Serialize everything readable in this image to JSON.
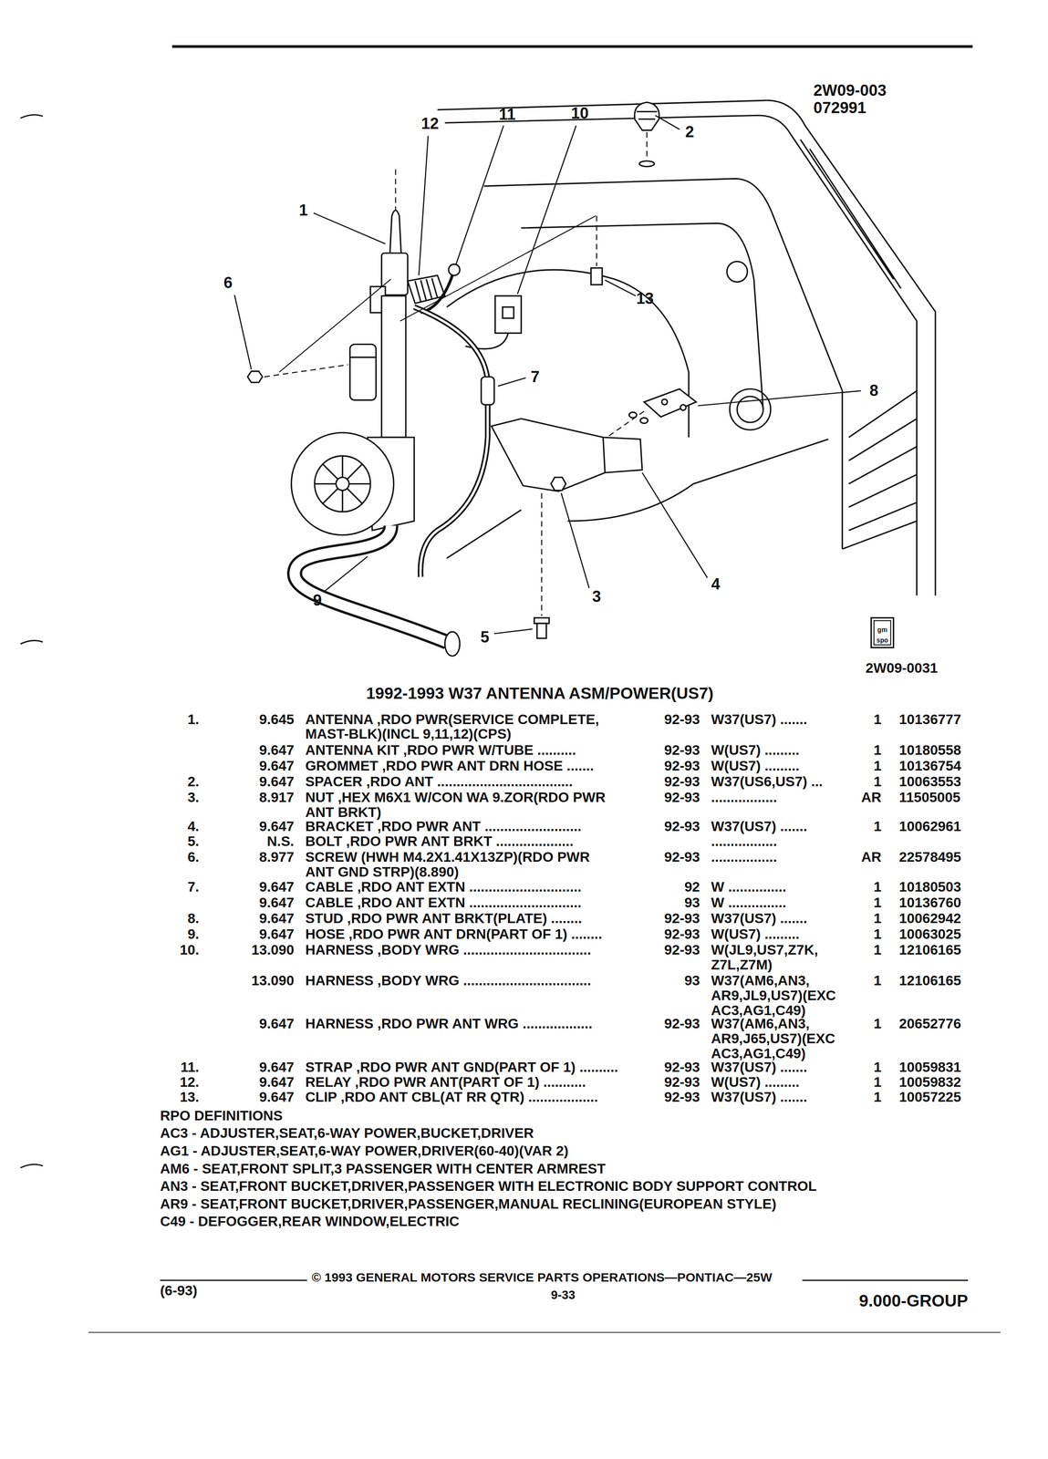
{
  "diagram": {
    "title": "1992-1993 W37 ANTENNA ASM/POWER(US7)",
    "labels": [
      "12",
      "11",
      "10",
      "2",
      "1",
      "6",
      "13",
      "7",
      "8",
      "4",
      "3",
      "9",
      "5",
      "2W09-003",
      "072991",
      "gm",
      "spo",
      "2W09-0031",
      "1.",
      "9.645",
      "ANTENNA ,RDO PWR(SERVICE COMPLETE, MAST-BLK)(INCL 9,11,12)(CPS)",
      "92-93",
      "W37(US7) .......",
      "1",
      "10136777",
      "9.647",
      "ANTENNA KIT ,RDO PWR W/TUBE ..........",
      "92-93",
      "W(US7) .........",
      "1",
      "10180558",
      "9.647",
      "GROMMET ,RDO PWR ANT DRN HOSE .......",
      "92-93",
      "W(US7) .........",
      "1",
      "10136754",
      "2.",
      "9.647",
      "SPACER ,RDO ANT ...................................",
      "92-93",
      "W37(US6,US7) ...",
      "1",
      "10063553",
      "3.",
      "8.917",
      "NUT ,HEX M6X1 W/CON WA 9.ZOR(RDO PWR ANT BRKT)",
      "92-93",
      ".................",
      "AR",
      "11505005",
      "4.",
      "9.647",
      "BRACKET ,RDO PWR ANT .........................",
      "92-93",
      "W37(US7) .......",
      "1",
      "10062961",
      "5.",
      "N.S.",
      "BOLT ,RDO PWR ANT BRKT ....................",
      ".................",
      "6.",
      "8.977",
      "SCREW (HWH M4.2X1.41X13ZP)(RDO PWR ANT GND STRP)(8.890)",
      "92-93",
      ".................",
      "AR",
      "22578495",
      "7.",
      "9.647",
      "CABLE ,RDO ANT EXTN .............................",
      "92",
      "W ...............",
      "1",
      "10180503",
      "9.647",
      "CABLE ,RDO ANT EXTN .............................",
      "93",
      "W ...............",
      "1",
      "10136760",
      "8.",
      "9.647",
      "STUD ,RDO PWR ANT BRKT(PLATE) ........",
      "92-93",
      "W37(US7) .......",
      "1",
      "10062942",
      "9.",
      "9.647",
      "HOSE ,RDO PWR ANT DRN(PART OF 1) ........",
      "92-93",
      "W(US7) .........",
      "1",
      "10063025",
      "10.",
      "13.090",
      "HARNESS ,BODY WRG .................................",
      "92-93",
      "W(JL9,US7,Z7K, Z7L,Z7M)",
      "1",
      "12106165",
      "13.090",
      "HARNESS ,BODY WRG .................................",
      "93",
      "W37(AM6,AN3, AR9,JL9,US7)(EXC AC3,AG1,C49)",
      "1",
      "12106165",
      "9.647",
      "HARNESS ,RDO PWR ANT WRG ..................",
      "92-93",
      "W37(AM6,AN3, AR9,J65,US7)(EXC AC3,AG1,C49)",
      "1",
      "20652776",
      "11.",
      "9.647",
      "STRAP ,RDO PWR ANT GND(PART OF 1) ..........",
      "92-93",
      "W37(US7) .......",
      "1",
      "10059831",
      "12.",
      "9.647",
      "RELAY ,RDO PWR ANT(PART OF 1) ...........",
      "92-93",
      "W(US7) .........",
      "1",
      "10059832",
      "13.",
      "9.647",
      "CLIP ,RDO ANT CBL(AT RR QTR) ..................",
      "92-93",
      "W37(US7) .......",
      "1",
      "10057225",
      "RPO DEFINITIONS",
      "AC3 - ADJUSTER,SEAT,6-WAY POWER,BUCKET,DRIVER",
      "AG1 - ADJUSTER,SEAT,6-WAY POWER,DRIVER(60-40)(VAR 2)",
      "AM6 - SEAT,FRONT SPLIT,3 PASSENGER WITH CENTER ARMREST",
      "AN3 - SEAT,FRONT BUCKET,DRIVER,PASSENGER WITH ELECTRONIC BODY SUPPORT CONTROL",
      "AR9 - SEAT,FRONT BUCKET,DRIVER,PASSENGER,MANUAL RECLINING(EUROPEAN STYLE)",
      "C49 - DEFOGGER,REAR WINDOW,ELECTRIC",
      "© 1993 GENERAL MOTORS SERVICE PARTS OPERATIONS—PONTIAC—25W",
      "(6-93)",
      "9-33",
      "9.000-GROUP"
    ]
  }
}
